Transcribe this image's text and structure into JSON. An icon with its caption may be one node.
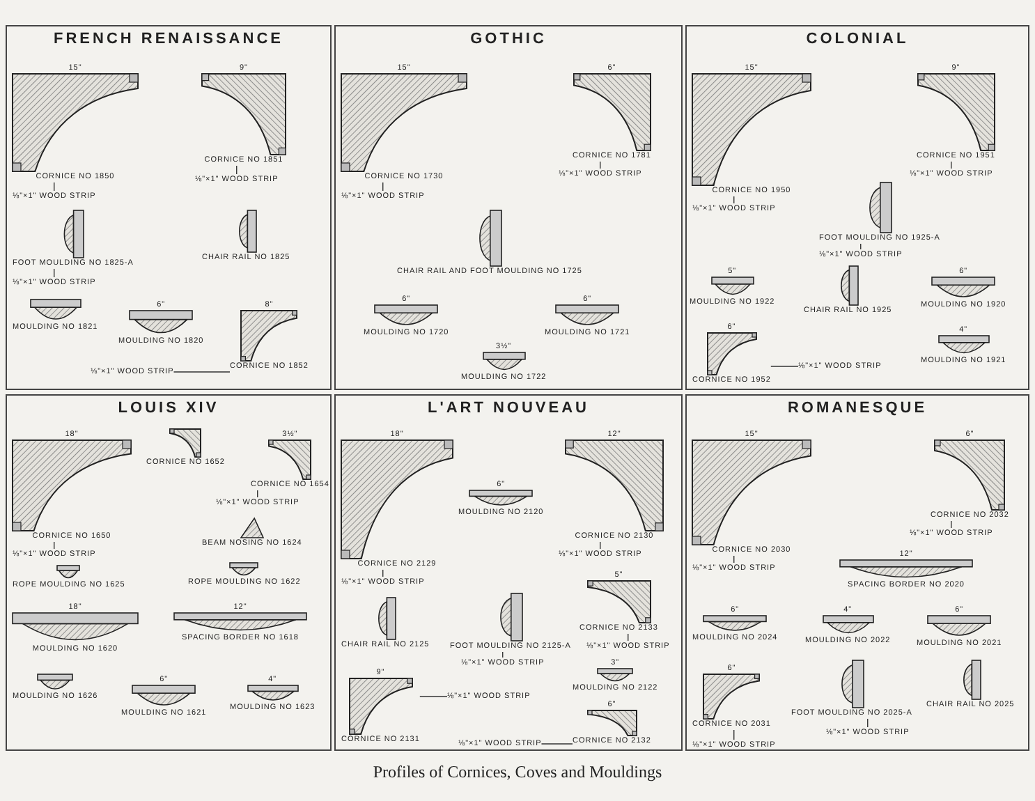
{
  "diagram": {
    "caption": "Profiles of Cornices, Coves and Mouldings",
    "nodes": [
      {
        "text": [
          "FRENCH RENAISSANCE"
        ]
      },
      {
        "text": [
          "CORNICE NO 1850"
        ],
        "in": 0,
        "beside": [
          "15\""
        ]
      },
      {
        "text": [
          "⅛\"×1\" WOOD STRIP"
        ],
        "in": 0
      },
      {
        "text": [
          "CORNICE NO 1851"
        ],
        "in": 0,
        "beside": [
          "9\""
        ]
      },
      {
        "text": [
          "⅛\"×1\" WOOD STRIP"
        ],
        "in": 0
      },
      {
        "text": [
          "FOOT MOULDING NO 1825-A"
        ],
        "in": 0
      },
      {
        "text": [
          "⅛\"×1\" WOOD STRIP"
        ],
        "in": 0
      },
      {
        "text": [
          "CHAIR RAIL NO 1825"
        ],
        "in": 0
      },
      {
        "text": [
          "MOULDING NO 1821"
        ],
        "in": 0
      },
      {
        "text": [
          "MOULDING NO 1820"
        ],
        "in": 0,
        "beside": [
          "6\""
        ]
      },
      {
        "text": [
          "CORNICE NO 1852"
        ],
        "in": 0,
        "beside": [
          "8\""
        ]
      },
      {
        "text": [
          "⅛\"×1\" WOOD STRIP"
        ],
        "in": 0
      },
      {
        "text": [
          "GOTHIC"
        ]
      },
      {
        "text": [
          "CORNICE NO 1730"
        ],
        "in": 12,
        "beside": [
          "15\""
        ]
      },
      {
        "text": [
          "⅛\"×1\" WOOD STRIP"
        ],
        "in": 12
      },
      {
        "text": [
          "CORNICE NO 1781"
        ],
        "in": 12,
        "beside": [
          "6\""
        ]
      },
      {
        "text": [
          "⅛\"×1\" WOOD STRIP"
        ],
        "in": 12
      },
      {
        "text": [
          "CHAIR RAIL AND FOOT MOULDING NO 1725"
        ],
        "in": 12
      },
      {
        "text": [
          "MOULDING NO 1720"
        ],
        "in": 12,
        "beside": [
          "6\""
        ]
      },
      {
        "text": [
          "MOULDING NO 1721"
        ],
        "in": 12,
        "beside": [
          "6\""
        ]
      },
      {
        "text": [
          "MOULDING NO 1722"
        ],
        "in": 12,
        "beside": [
          "3½\""
        ]
      },
      {
        "text": [
          "COLONIAL"
        ]
      },
      {
        "text": [
          "CORNICE NO 1950"
        ],
        "in": 21,
        "beside": [
          "15\""
        ]
      },
      {
        "text": [
          "⅛\"×1\" WOOD STRIP"
        ],
        "in": 21
      },
      {
        "text": [
          "CORNICE NO 1951"
        ],
        "in": 21,
        "beside": [
          "9\""
        ]
      },
      {
        "text": [
          "⅛\"×1\" WOOD STRIP"
        ],
        "in": 21
      },
      {
        "text": [
          "FOOT MOULDING NO 1925-A"
        ],
        "in": 21
      },
      {
        "text": [
          "⅛\"×1\" WOOD STRIP"
        ],
        "in": 21
      },
      {
        "text": [
          "CHAIR RAIL NO 1925"
        ],
        "in": 21
      },
      {
        "text": [
          "MOULDING NO 1922"
        ],
        "in": 21,
        "beside": [
          "5\""
        ]
      },
      {
        "text": [
          "MOULDING NO 1920"
        ],
        "in": 21,
        "beside": [
          "6\""
        ]
      },
      {
        "text": [
          "CORNICE NO 1952"
        ],
        "in": 21,
        "beside": [
          "6\""
        ]
      },
      {
        "text": [
          "⅛\"×1\" WOOD STRIP"
        ],
        "in": 21
      },
      {
        "text": [
          "MOULDING NO 1921"
        ],
        "in": 21,
        "beside": [
          "4\""
        ]
      },
      {
        "text": [
          "LOUIS XIV"
        ]
      },
      {
        "text": [
          "CORNICE NO 1650"
        ],
        "in": 34,
        "beside": [
          "18\""
        ]
      },
      {
        "text": [
          "⅛\"×1\" WOOD STRIP"
        ],
        "in": 34
      },
      {
        "text": [
          "CORNICE NO 1652"
        ],
        "in": 34
      },
      {
        "text": [
          "CORNICE NO 1654"
        ],
        "in": 34,
        "beside": [
          "3½\""
        ]
      },
      {
        "text": [
          "⅛\"×1\" WOOD STRIP"
        ],
        "in": 34
      },
      {
        "text": [
          "BEAM NOSING NO 1624"
        ],
        "in": 34
      },
      {
        "text": [
          "ROPE MOULDING NO 1625"
        ],
        "in": 34
      },
      {
        "text": [
          "ROPE MOULDING NO 1622"
        ],
        "in": 34
      },
      {
        "text": [
          "MOULDING NO 1620"
        ],
        "in": 34,
        "beside": [
          "18\""
        ]
      },
      {
        "text": [
          "SPACING BORDER NO 1618"
        ],
        "in": 34,
        "beside": [
          "12\""
        ]
      },
      {
        "text": [
          "MOULDING NO 1626"
        ],
        "in": 34
      },
      {
        "text": [
          "MOULDING NO 1621"
        ],
        "in": 34,
        "beside": [
          "6\""
        ]
      },
      {
        "text": [
          "MOULDING NO 1623"
        ],
        "in": 34,
        "beside": [
          "4\""
        ]
      },
      {
        "text": [
          "L'ART NOUVEAU"
        ]
      },
      {
        "text": [
          "CORNICE NO 2129"
        ],
        "in": 48,
        "beside": [
          "18\""
        ]
      },
      {
        "text": [
          "⅛\"×1\" WOOD STRIP"
        ],
        "in": 48
      },
      {
        "text": [
          "CORNICE NO 2130"
        ],
        "in": 48,
        "beside": [
          "12\""
        ]
      },
      {
        "text": [
          "⅛\"×1\" WOOD STRIP"
        ],
        "in": 48
      },
      {
        "text": [
          "MOULDING NO 2120"
        ],
        "in": 48,
        "beside": [
          "6\""
        ]
      },
      {
        "text": [
          "CHAIR RAIL NO 2125"
        ],
        "in": 48
      },
      {
        "text": [
          "FOOT MOULDING NO 2125-A"
        ],
        "in": 48
      },
      {
        "text": [
          "⅛\"×1\" WOOD STRIP"
        ],
        "in": 48
      },
      {
        "text": [
          "CORNICE NO 2133"
        ],
        "in": 48,
        "beside": [
          "5\""
        ]
      },
      {
        "text": [
          "⅛\"×1\" WOOD STRIP"
        ],
        "in": 48
      },
      {
        "text": [
          "MOULDING NO 2122"
        ],
        "in": 48,
        "beside": [
          "3\""
        ]
      },
      {
        "text": [
          "CORNICE NO 2131"
        ],
        "in": 48,
        "beside": [
          "9\""
        ]
      },
      {
        "text": [
          "⅛\"×1\" WOOD STRIP"
        ],
        "in": 48
      },
      {
        "text": [
          "CORNICE NO 2132"
        ],
        "in": 48,
        "beside": [
          "6\""
        ]
      },
      {
        "text": [
          "⅛\"×1\" WOOD STRIP"
        ],
        "in": 48
      },
      {
        "text": [
          "ROMANESQUE"
        ]
      },
      {
        "text": [
          "CORNICE NO 2030"
        ],
        "in": 64,
        "beside": [
          "15\""
        ]
      },
      {
        "text": [
          "⅛\"×1\" WOOD STRIP"
        ],
        "in": 64
      },
      {
        "text": [
          "CORNICE NO 2032"
        ],
        "in": 64,
        "beside": [
          "6\""
        ]
      },
      {
        "text": [
          "⅛\"×1\" WOOD STRIP"
        ],
        "in": 64
      },
      {
        "text": [
          "SPACING BORDER NO 2020"
        ],
        "in": 64,
        "beside": [
          "12\""
        ]
      },
      {
        "text": [
          "MOULDING NO 2024"
        ],
        "in": 64,
        "beside": [
          "6\""
        ]
      },
      {
        "text": [
          "MOULDING NO 2022"
        ],
        "in": 64,
        "beside": [
          "4\""
        ]
      },
      {
        "text": [
          "MOULDING NO 2021"
        ],
        "in": 64,
        "beside": [
          "6\""
        ]
      },
      {
        "text": [
          "CORNICE NO 2031"
        ],
        "in": 64,
        "beside": [
          "6\""
        ]
      },
      {
        "text": [
          "⅛\"×1\" WOOD STRIP"
        ],
        "in": 64
      },
      {
        "text": [
          "FOOT MOULDING NO 2025-A"
        ],
        "in": 64
      },
      {
        "text": [
          "⅛\"×1\" WOOD STRIP"
        ],
        "in": 64
      },
      {
        "text": [
          "CHAIR RAIL NO 2025"
        ],
        "in": 64
      }
    ],
    "edges": [
      {
        "from": 2,
        "to": 1,
        "arrow": "none"
      },
      {
        "from": 4,
        "to": 3,
        "arrow": "none"
      },
      {
        "from": 6,
        "to": 5,
        "arrow": "none"
      },
      {
        "from": 11,
        "to": 10,
        "arrow": "none"
      },
      {
        "from": 14,
        "to": 13,
        "arrow": "none"
      },
      {
        "from": 16,
        "to": 15,
        "arrow": "none"
      },
      {
        "from": 23,
        "to": 22,
        "arrow": "none"
      },
      {
        "from": 25,
        "to": 24,
        "arrow": "none"
      },
      {
        "from": 27,
        "to": 26,
        "arrow": "none"
      },
      {
        "from": 32,
        "to": 31,
        "arrow": "none"
      },
      {
        "from": 36,
        "to": 35,
        "arrow": "none"
      },
      {
        "from": 39,
        "to": 38,
        "arrow": "none"
      },
      {
        "from": 50,
        "to": 49,
        "arrow": "none"
      },
      {
        "from": 52,
        "to": 51,
        "arrow": "none"
      },
      {
        "from": 56,
        "to": 55,
        "arrow": "none"
      },
      {
        "from": 58,
        "to": 57,
        "arrow": "none"
      },
      {
        "from": 61,
        "to": 60,
        "arrow": "none"
      },
      {
        "from": 63,
        "to": 62,
        "arrow": "none"
      },
      {
        "from": 66,
        "to": 65,
        "arrow": "none"
      },
      {
        "from": 68,
        "to": 67,
        "arrow": "none"
      },
      {
        "from": 74,
        "to": 73,
        "arrow": "none"
      },
      {
        "from": 76,
        "to": 75,
        "arrow": "none"
      }
    ]
  }
}
